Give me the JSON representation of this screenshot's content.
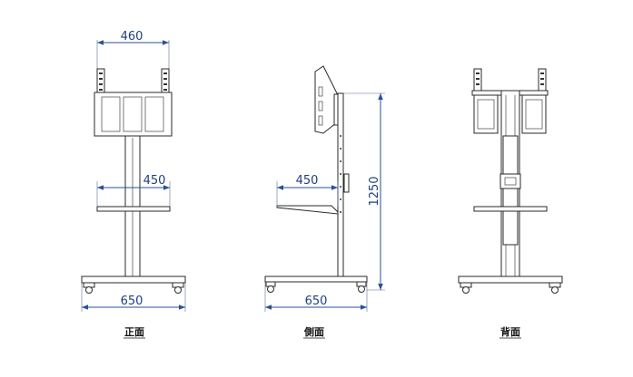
{
  "views": [
    {
      "id": "front",
      "label": "正面"
    },
    {
      "id": "side",
      "label": "側面"
    },
    {
      "id": "back",
      "label": "背面"
    }
  ],
  "dimensions": {
    "front_top_width": "460",
    "front_shelf_width": "450",
    "front_base_width": "650",
    "side_shelf_depth": "450",
    "side_height": "1250",
    "side_base_depth": "650"
  },
  "colors": {
    "dimension": "#2b4f95",
    "outline": "#2a2a2a"
  }
}
